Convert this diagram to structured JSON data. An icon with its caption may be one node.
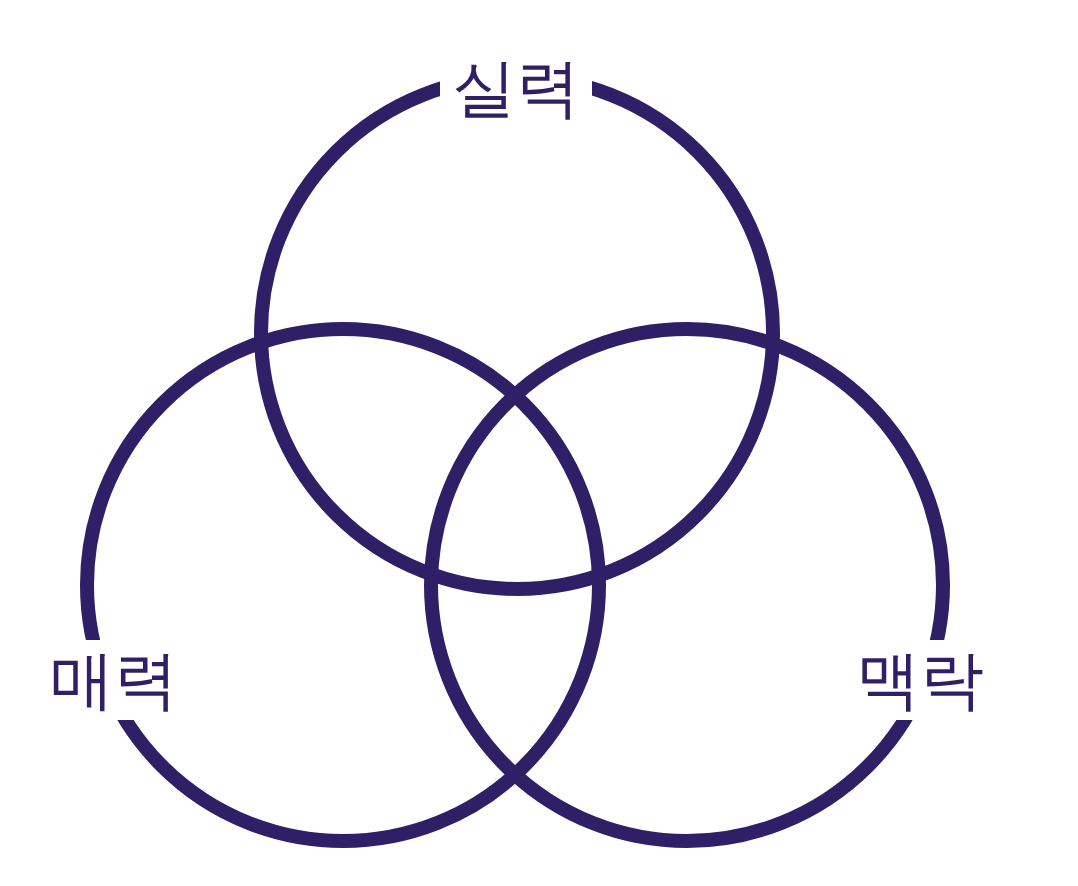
{
  "diagram": {
    "nodes": [
      {
        "text": [
          "실력"
        ]
      },
      {
        "text": [
          "매력"
        ]
      },
      {
        "text": [
          "맥락"
        ]
      }
    ]
  }
}
